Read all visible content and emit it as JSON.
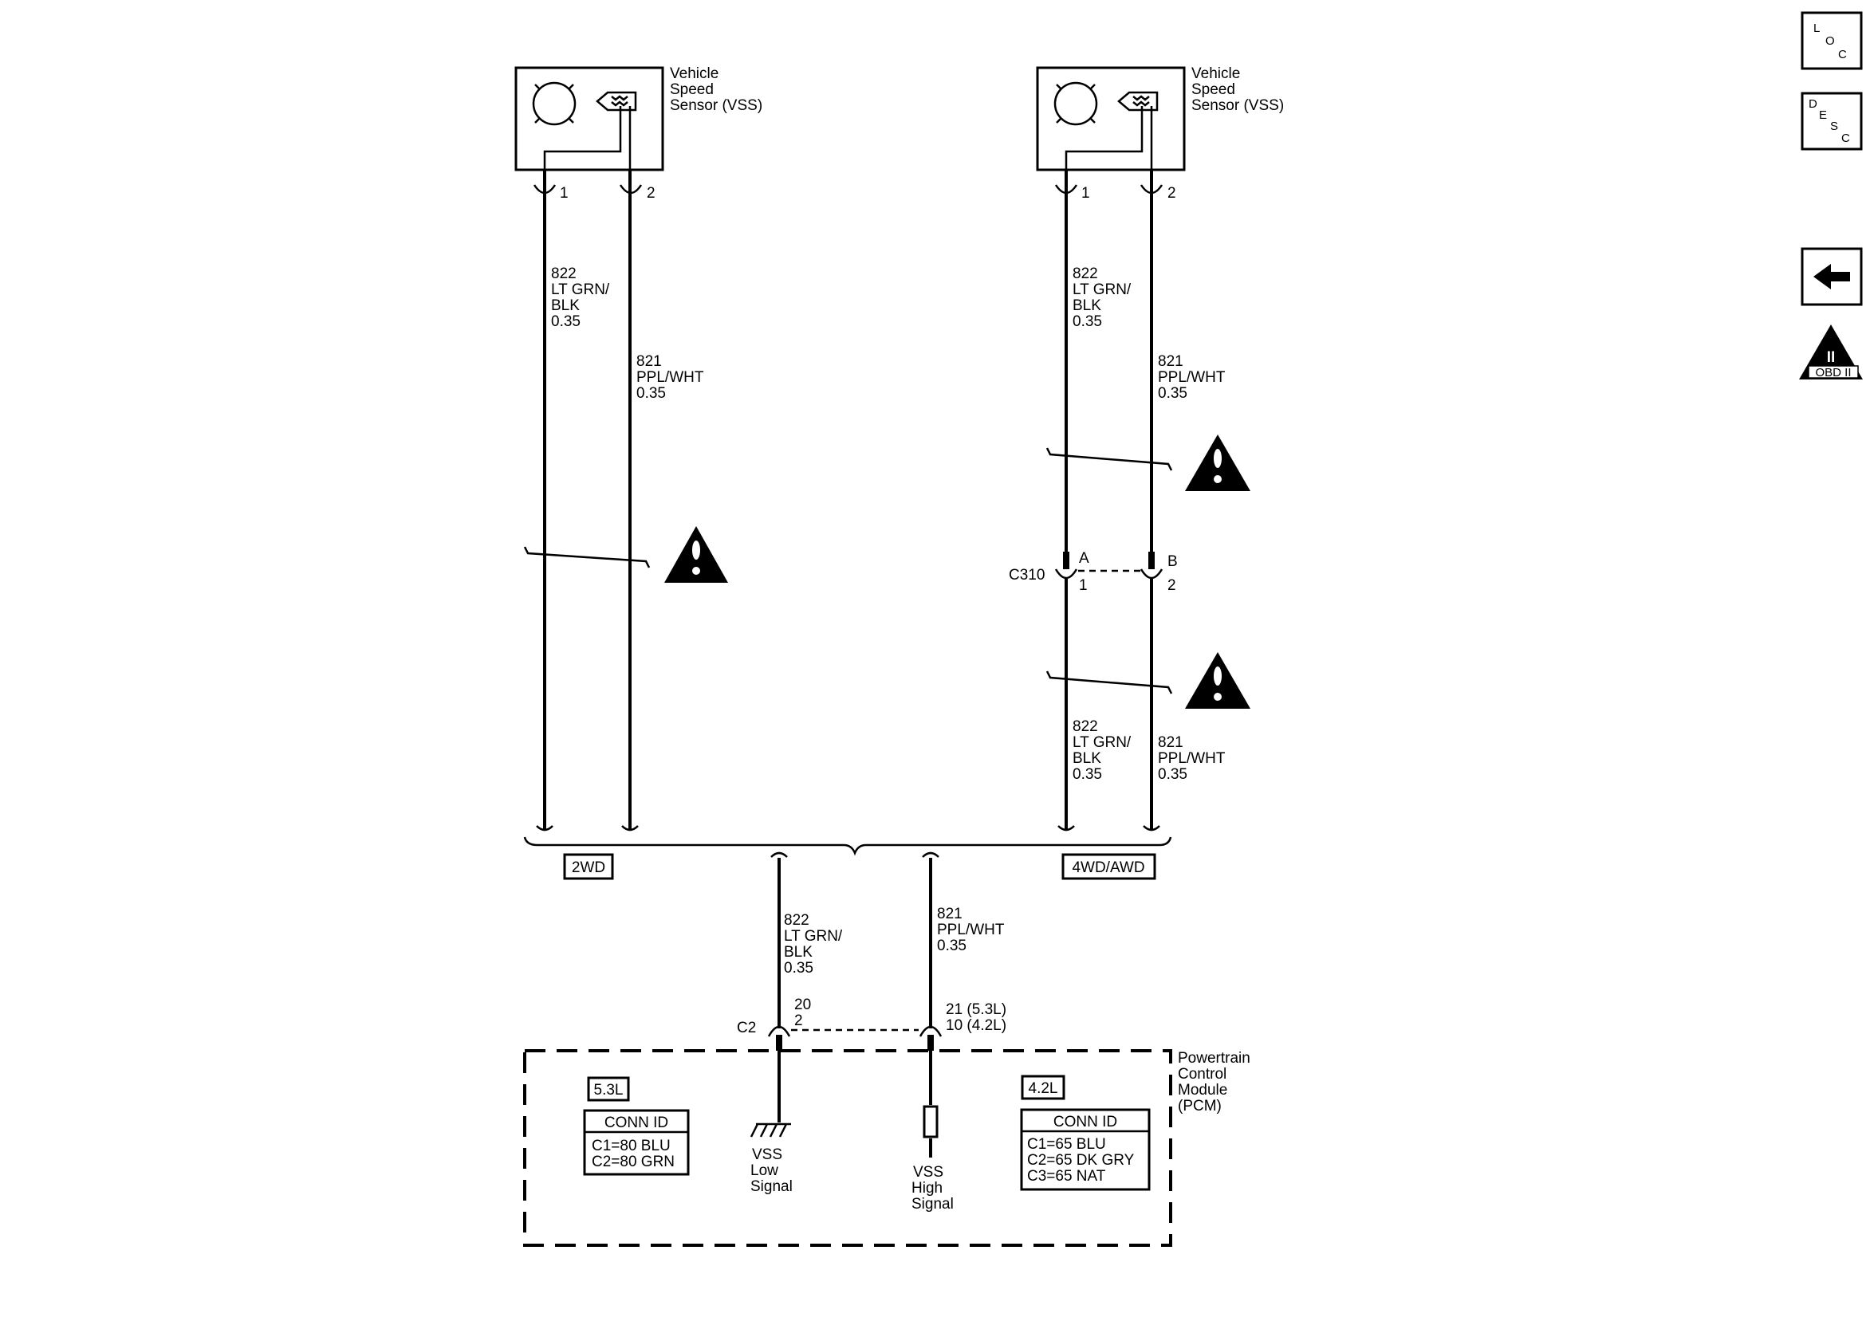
{
  "sensors": [
    {
      "title_lines": [
        "Vehicle",
        "Speed",
        "Sensor (VSS)"
      ],
      "pin1": "1",
      "pin2": "2"
    },
    {
      "title_lines": [
        "Vehicle",
        "Speed",
        "Sensor (VSS)"
      ],
      "pin1": "1",
      "pin2": "2"
    }
  ],
  "wires": {
    "w822": [
      "822",
      "LT GRN/",
      "BLK",
      "0.35"
    ],
    "w821": [
      "821",
      "PPL/WHT",
      "0.35"
    ]
  },
  "connector_c310": {
    "name": "C310",
    "pin_a": "A",
    "pin_b": "B",
    "pin_1": "1",
    "pin_2": "2"
  },
  "options": {
    "left": "2WD",
    "right": "4WD/AWD"
  },
  "pcm_connector": {
    "name": "C2",
    "pin_low_lines": [
      "20",
      "2"
    ],
    "pin_high_lines": [
      "21 (5.3L)",
      "10 (4.2L)"
    ]
  },
  "pcm": {
    "title_lines": [
      "Powertrain",
      "Control",
      "Module",
      "(PCM)"
    ],
    "engine_53": {
      "label": "5.3L",
      "conn_title": "CONN ID",
      "conn_lines": [
        "C1=80 BLU",
        "C2=80 GRN"
      ]
    },
    "engine_42": {
      "label": "4.2L",
      "conn_title": "CONN ID",
      "conn_lines": [
        "C1=65 BLU",
        "C2=65 DK GRY",
        "C3=65 NAT"
      ]
    },
    "low_signal_lines": [
      "VSS",
      "Low",
      "Signal"
    ],
    "high_signal_lines": [
      "VSS",
      "High",
      "Signal"
    ]
  },
  "nav": {
    "loc": {
      "l": "L",
      "o": "O",
      "c": "C"
    },
    "desc": {
      "d": "D",
      "e": "E",
      "s": "S",
      "c": "C"
    },
    "obd": {
      "numeral": "II",
      "label": "OBD II"
    }
  },
  "icons": [
    "warning-triangle-icon",
    "back-arrow-icon",
    "obd-ii-icon",
    "ground-icon",
    "resistor-icon"
  ]
}
